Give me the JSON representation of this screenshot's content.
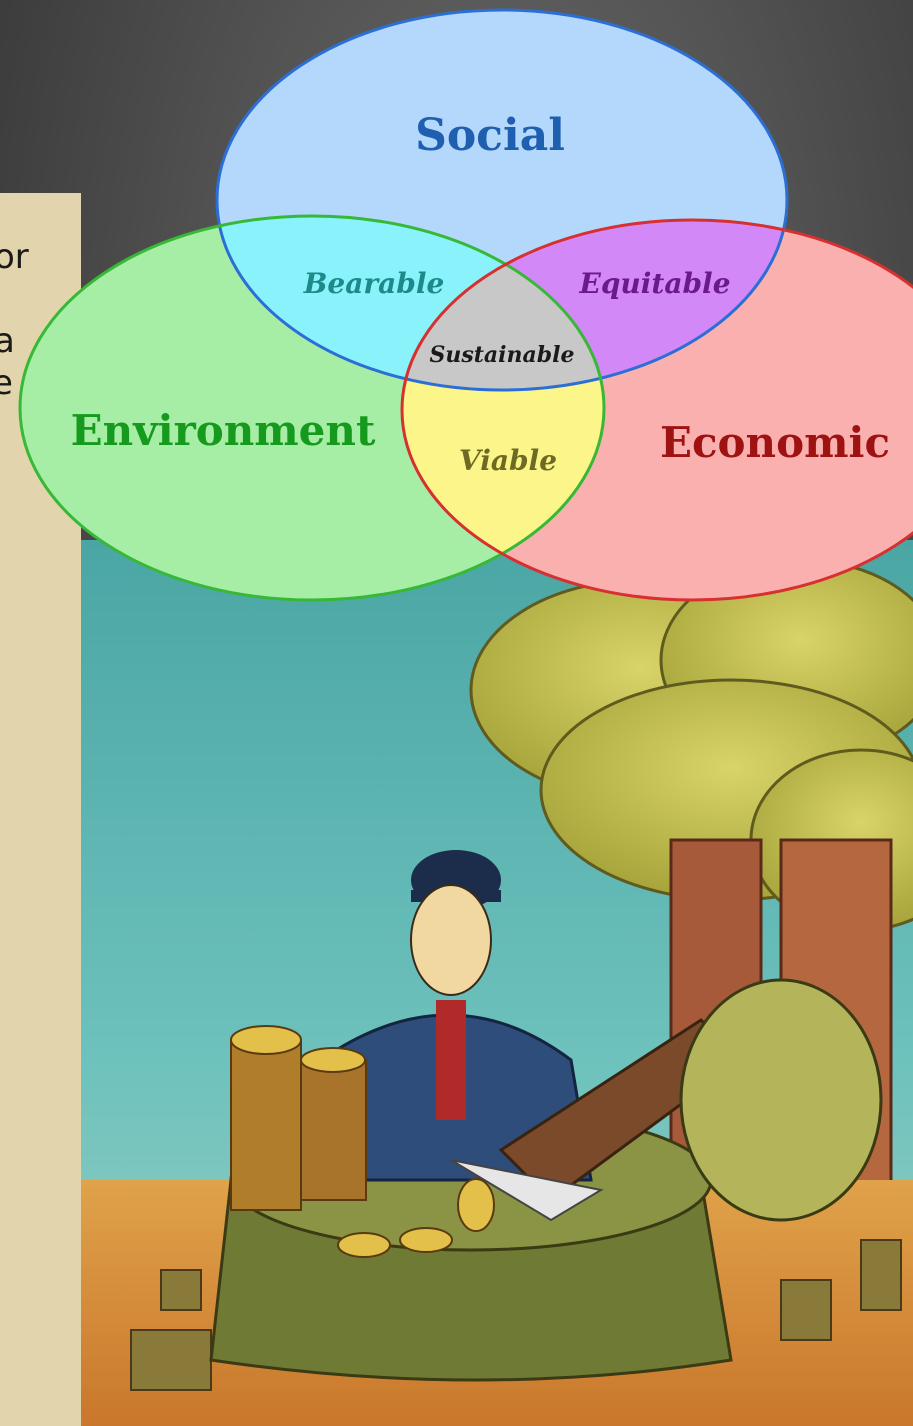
{
  "side_panel": {
    "text_lines": [
      "or",
      "a",
      "e"
    ]
  },
  "diagram": {
    "circles": {
      "social": {
        "label": "Social",
        "fill": "#b4d8fb",
        "stroke": "#2c6fd4",
        "text_color": "#1f5fb0"
      },
      "environment": {
        "label": "Environment",
        "fill": "#a6eda6",
        "stroke": "#37b837",
        "text_color": "#169a1d"
      },
      "economic": {
        "label": "Economic",
        "fill": "#fbb0b0",
        "stroke": "#d63030",
        "text_color": "#9e1212"
      }
    },
    "overlaps": {
      "bearable": {
        "label": "Bearable",
        "fill": "#8af2fb",
        "text_color": "#1d8a8a"
      },
      "equitable": {
        "label": "Equitable",
        "fill": "#d388f8",
        "text_color": "#6a1a8a"
      },
      "viable": {
        "label": "Viable",
        "fill": "#fbf58a",
        "text_color": "#6d6a23"
      },
      "sustainable": {
        "label": "Sustainable",
        "fill": "#c8c8c8",
        "text_color": "#1a1a1a"
      }
    }
  },
  "illustration": {
    "subject": "man-slicing-log-into-coins"
  }
}
